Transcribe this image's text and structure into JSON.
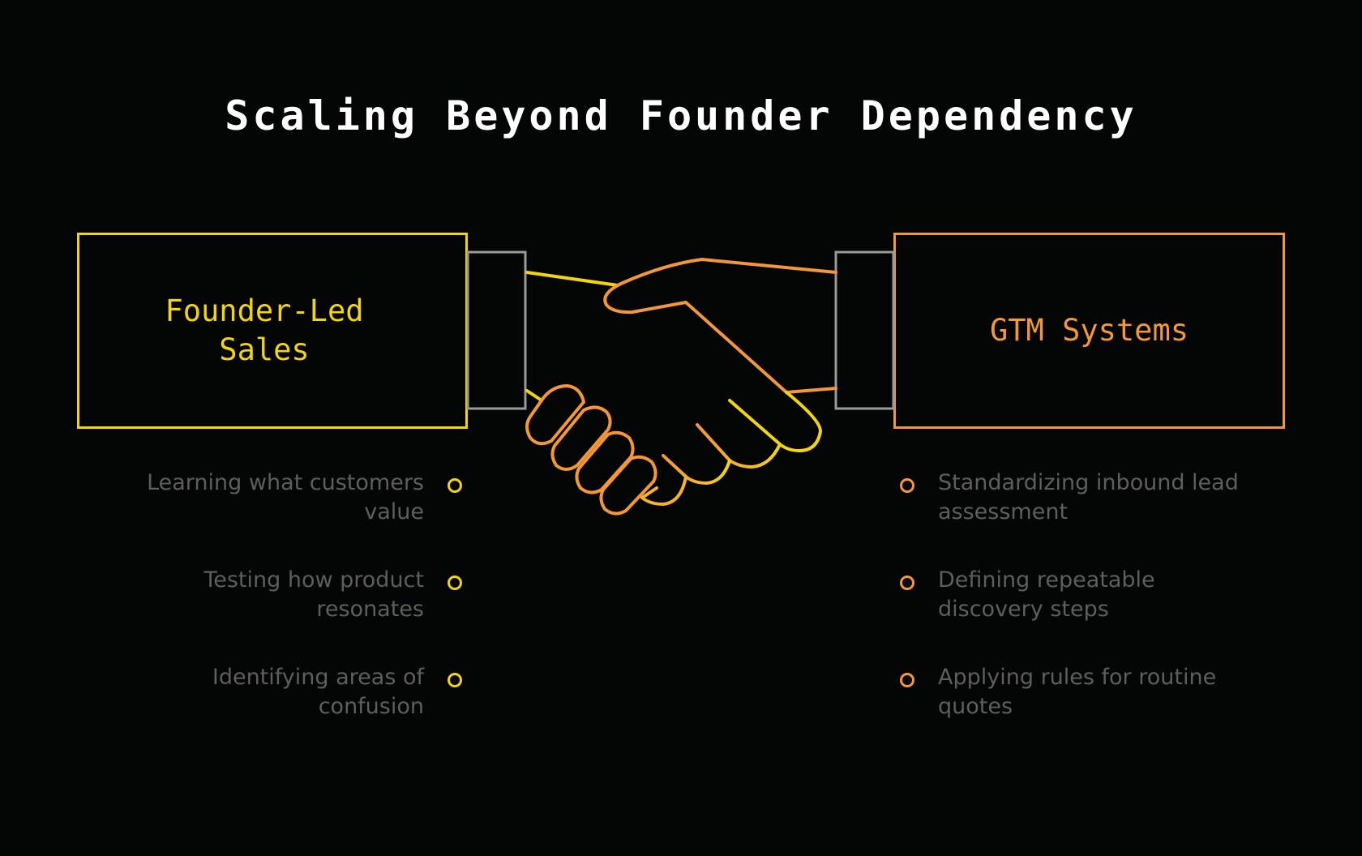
{
  "title": "Scaling Beyond Founder Dependency",
  "left": {
    "label": "Founder-Led Sales",
    "color": "#f2d40f",
    "items": [
      "Learning what customers value",
      "Testing how product resonates",
      "Identifying areas of confusion"
    ]
  },
  "right": {
    "label": "GTM Systems",
    "color": "#f39739",
    "items": [
      "Standardizing inbound lead assessment",
      "Defining repeatable discovery steps",
      "Applying rules for routine quotes"
    ]
  },
  "icons": {
    "center": "handshake-icon",
    "bullet": "circle-bullet-icon"
  },
  "colors": {
    "background": "#030604",
    "title": "#ffffff",
    "body_text": "#5e5e5c",
    "cuff": "#9a9a9a"
  }
}
